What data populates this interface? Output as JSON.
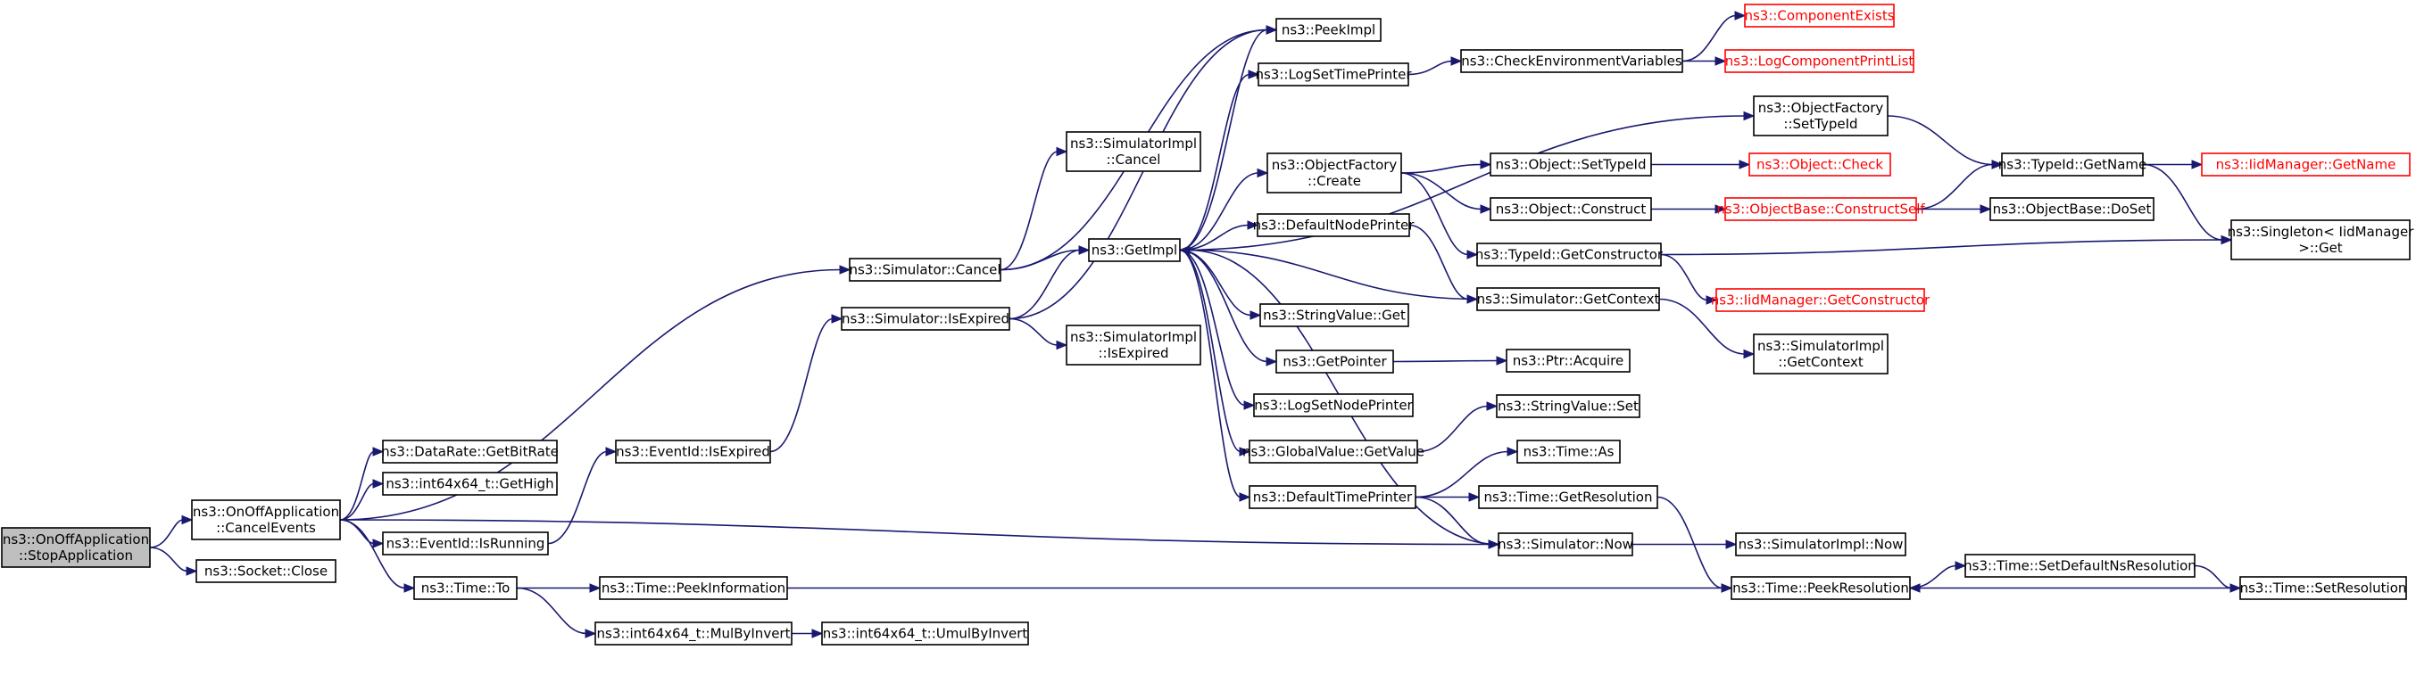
{
  "diagram": {
    "type": "call-graph",
    "nodes": [
      {
        "id": "root",
        "lines": [
          "ns3::OnOffApplication",
          "::StopApplication"
        ],
        "style": "root"
      },
      {
        "id": "cancelEvents",
        "lines": [
          "ns3::OnOffApplication",
          "::CancelEvents"
        ],
        "style": "normal"
      },
      {
        "id": "socketClose",
        "lines": [
          "ns3::Socket::Close"
        ],
        "style": "normal"
      },
      {
        "id": "simCancel",
        "lines": [
          "ns3::Simulator::Cancel"
        ],
        "style": "normal"
      },
      {
        "id": "dataRate",
        "lines": [
          "ns3::DataRate::GetBitRate"
        ],
        "style": "normal"
      },
      {
        "id": "getHigh",
        "lines": [
          "ns3::int64x64_t::GetHigh"
        ],
        "style": "normal"
      },
      {
        "id": "isRunning",
        "lines": [
          "ns3::EventId::IsRunning"
        ],
        "style": "normal"
      },
      {
        "id": "timeTo",
        "lines": [
          "ns3::Time::To"
        ],
        "style": "normal"
      },
      {
        "id": "simNow",
        "lines": [
          "ns3::Simulator::Now"
        ],
        "style": "normal"
      },
      {
        "id": "simImplCancel",
        "lines": [
          "ns3::SimulatorImpl",
          "::Cancel"
        ],
        "style": "normal"
      },
      {
        "id": "peekImpl",
        "lines": [
          "ns3::PeekImpl"
        ],
        "style": "normal"
      },
      {
        "id": "getImpl",
        "lines": [
          "ns3::GetImpl"
        ],
        "style": "normal"
      },
      {
        "id": "simIsExpired",
        "lines": [
          "ns3::Simulator::IsExpired"
        ],
        "style": "normal"
      },
      {
        "id": "eventIsExpired",
        "lines": [
          "ns3::EventId::IsExpired"
        ],
        "style": "normal"
      },
      {
        "id": "simImplIsExpired",
        "lines": [
          "ns3::SimulatorImpl",
          "::IsExpired"
        ],
        "style": "normal"
      },
      {
        "id": "peekInfo",
        "lines": [
          "ns3::Time::PeekInformation"
        ],
        "style": "normal"
      },
      {
        "id": "mulByInvert",
        "lines": [
          "ns3::int64x64_t::MulByInvert"
        ],
        "style": "normal"
      },
      {
        "id": "umulByInvert",
        "lines": [
          "ns3::int64x64_t::UmulByInvert"
        ],
        "style": "normal"
      },
      {
        "id": "logSetTime",
        "lines": [
          "ns3::LogSetTimePrinter"
        ],
        "style": "normal"
      },
      {
        "id": "objFactCreate",
        "lines": [
          "ns3::ObjectFactory",
          "::Create"
        ],
        "style": "normal"
      },
      {
        "id": "defNodePrinter",
        "lines": [
          "ns3::DefaultNodePrinter"
        ],
        "style": "normal"
      },
      {
        "id": "strValGet",
        "lines": [
          "ns3::StringValue::Get"
        ],
        "style": "normal"
      },
      {
        "id": "getPointer",
        "lines": [
          "ns3::GetPointer"
        ],
        "style": "normal"
      },
      {
        "id": "logSetNode",
        "lines": [
          "ns3::LogSetNodePrinter"
        ],
        "style": "normal"
      },
      {
        "id": "globalValGet",
        "lines": [
          "ns3::GlobalValue::GetValue"
        ],
        "style": "normal"
      },
      {
        "id": "defTimePrinter",
        "lines": [
          "ns3::DefaultTimePrinter"
        ],
        "style": "normal"
      },
      {
        "id": "checkEnv",
        "lines": [
          "ns3::CheckEnvironmentVariables"
        ],
        "style": "normal"
      },
      {
        "id": "objSetTypeId",
        "lines": [
          "ns3::Object::SetTypeId"
        ],
        "style": "normal"
      },
      {
        "id": "objConstruct",
        "lines": [
          "ns3::Object::Construct"
        ],
        "style": "normal"
      },
      {
        "id": "typeIdGetCons",
        "lines": [
          "ns3::TypeId::GetConstructor"
        ],
        "style": "normal"
      },
      {
        "id": "simGetContext",
        "lines": [
          "ns3::Simulator::GetContext"
        ],
        "style": "normal"
      },
      {
        "id": "ptrAcquire",
        "lines": [
          "ns3::Ptr::Acquire"
        ],
        "style": "normal"
      },
      {
        "id": "strValSet",
        "lines": [
          "ns3::StringValue::Set"
        ],
        "style": "normal"
      },
      {
        "id": "timeAs",
        "lines": [
          "ns3::Time::As"
        ],
        "style": "normal"
      },
      {
        "id": "timeGetRes",
        "lines": [
          "ns3::Time::GetResolution"
        ],
        "style": "normal"
      },
      {
        "id": "compExists",
        "lines": [
          "ns3::ComponentExists"
        ],
        "style": "red"
      },
      {
        "id": "logCompPrint",
        "lines": [
          "ns3::LogComponentPrintList"
        ],
        "style": "red"
      },
      {
        "id": "objFactSetTypeId",
        "lines": [
          "ns3::ObjectFactory",
          "::SetTypeId"
        ],
        "style": "normal"
      },
      {
        "id": "objCheck",
        "lines": [
          "ns3::Object::Check"
        ],
        "style": "red"
      },
      {
        "id": "objBaseConstructSelf",
        "lines": [
          "ns3::ObjectBase::ConstructSelf"
        ],
        "style": "red"
      },
      {
        "id": "iidGetCons",
        "lines": [
          "ns3::IidManager::GetConstructor"
        ],
        "style": "red"
      },
      {
        "id": "simImplGetContext",
        "lines": [
          "ns3::SimulatorImpl",
          "::GetContext"
        ],
        "style": "normal"
      },
      {
        "id": "simImplNow",
        "lines": [
          "ns3::SimulatorImpl::Now"
        ],
        "style": "normal"
      },
      {
        "id": "peekRes",
        "lines": [
          "ns3::Time::PeekResolution"
        ],
        "style": "normal"
      },
      {
        "id": "typeIdGetName",
        "lines": [
          "ns3::TypeId::GetName"
        ],
        "style": "normal"
      },
      {
        "id": "objBaseDoSet",
        "lines": [
          "ns3::ObjectBase::DoSet"
        ],
        "style": "normal"
      },
      {
        "id": "setDefNsRes",
        "lines": [
          "ns3::Time::SetDefaultNsResolution"
        ],
        "style": "normal"
      },
      {
        "id": "iidGetName",
        "lines": [
          "ns3::IidManager::GetName"
        ],
        "style": "red"
      },
      {
        "id": "singletonGet",
        "lines": [
          "ns3::Singleton< IidManager",
          " >::Get"
        ],
        "style": "normal"
      },
      {
        "id": "timeSetRes",
        "lines": [
          "ns3::Time::SetResolution"
        ],
        "style": "normal"
      }
    ],
    "colors": {
      "edge": "#191970",
      "node_border": "#000000",
      "node_border_missing": "#ff0000",
      "root_fill": "#bfbfbf",
      "background": "#ffffff"
    }
  }
}
